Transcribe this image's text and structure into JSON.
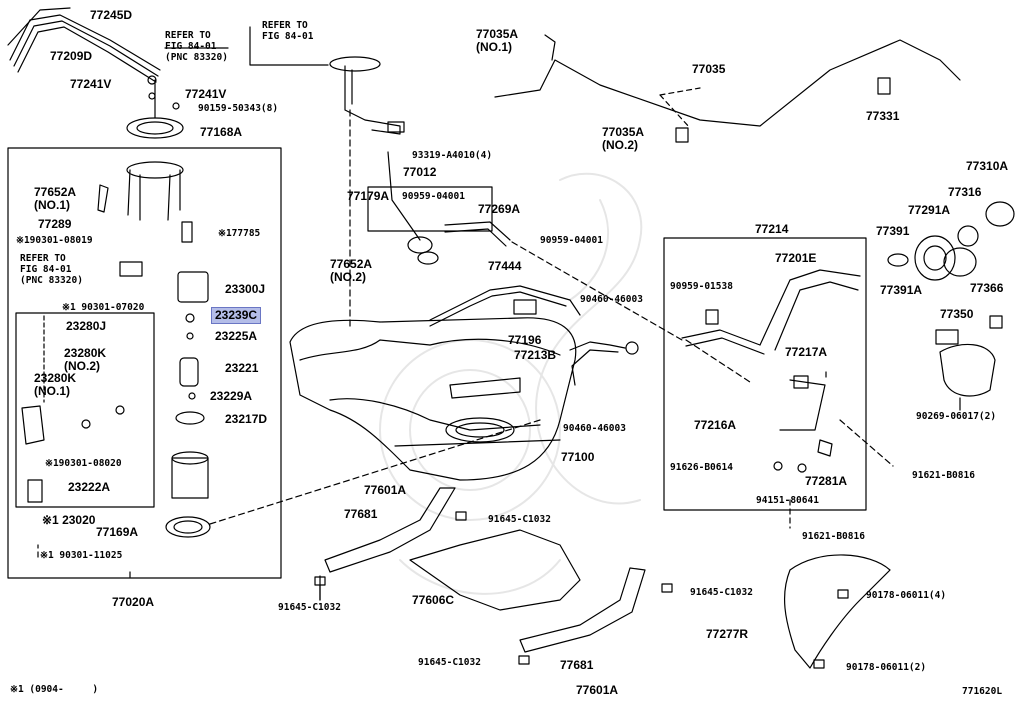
{
  "diagram": {
    "highlight_color": "#b4bde8",
    "refer_top_left": "REFER TO\nFIG 84-01\n(PNC 83320)",
    "refer_top_right": "REFER TO\nFIG 84-01",
    "refer_left": "REFER TO\nFIG 84-01\n(PNC 83320)",
    "footnote": "※1 (0904-     )",
    "figure_code": "771620L",
    "labels": {
      "p77245D": "77245D",
      "p77209D": "77209D",
      "p77241V_a": "77241V",
      "p77241V_b": "77241V",
      "p90159": "90159-50343(8)",
      "p77168A": "77168A",
      "p77652A_1": "77652A\n(NO.1)",
      "p77289": "77289",
      "p190301_08019": "※190301-08019",
      "p177785": "※177785",
      "p23300J": "23300J",
      "p90301_07020": "※1 90301-07020",
      "p23280J": "23280J",
      "p23239C": "23239C",
      "p23280K_2": "23280K\n(NO.2)",
      "p23225A": "23225A",
      "p23280K_1": "23280K\n(NO.1)",
      "p23221": "23221",
      "p23229A": "23229A",
      "p23217D": "23217D",
      "p190301_08020": "※190301-08020",
      "p23222A": "23222A",
      "p23020": "※1 23020",
      "p77169A": "77169A",
      "p90301_11025": "※1 90301-11025",
      "p77020A": "77020A",
      "p77035A_1": "77035A\n(NO.1)",
      "p77035": "77035",
      "p77331": "77331",
      "p77035A_2": "77035A\n(NO.2)",
      "p93319": "93319-A4010(4)",
      "p77012": "77012",
      "p77179A": "77179A",
      "p90959_04001_a": "90959-04001",
      "p77269A": "77269A",
      "p90959_04001_b": "90959-04001",
      "p77652A_2": "77652A\n(NO.2)",
      "p77444": "77444",
      "p90460_46003_a": "90460-46003",
      "p77196": "77196",
      "p77213B": "77213B",
      "p90460_46003_b": "90460-46003",
      "p77100": "77100",
      "p77214": "77214",
      "p77201E": "77201E",
      "p90959_01538": "90959-01538",
      "p77217A": "77217A",
      "p77216A": "77216A",
      "p91626": "91626-B0614",
      "p77281A": "77281A",
      "p94151": "94151-80641",
      "p91621_a": "91621-B0816",
      "p91621_b": "91621-B0816",
      "p77310A": "77310A",
      "p77316": "77316",
      "p77291A": "77291A",
      "p77391": "77391",
      "p77391A": "77391A",
      "p77366": "77366",
      "p77350": "77350",
      "p90269": "90269-06017(2)",
      "p77601A_a": "77601A",
      "p77681_a": "77681",
      "p91645_a": "91645-C1032",
      "p91645_b": "91645-C1032",
      "p77606C": "77606C",
      "p91645_c": "91645-C1032",
      "p91645_d": "91645-C1032",
      "p77681_b": "77681",
      "p77601A_b": "77601A",
      "p90178_a": "90178-06011(4)",
      "p77277R": "77277R",
      "p90178_b": "90178-06011(2)"
    }
  }
}
